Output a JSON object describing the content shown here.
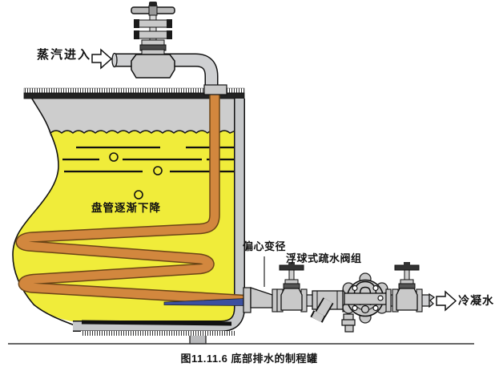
{
  "figure": {
    "caption": "图11.11.6 底部排水的制程罐",
    "labels": {
      "steam_in": "蒸汽进入",
      "coil_note": "盘管逐渐下降",
      "eccentric_reducer": "偏心变径",
      "float_trap_set": "浮球式疏水阀组",
      "condensate": "冷凝水"
    },
    "colors": {
      "liquid_yellow": "#f0ec3a",
      "pipe_orange": "#d2873e",
      "pipe_orange_edge": "#6a4416",
      "condensate_blue": "#3c50a0",
      "metal_gray": "#c9c9c9",
      "vapor_gray": "#cdcdcd"
    }
  }
}
